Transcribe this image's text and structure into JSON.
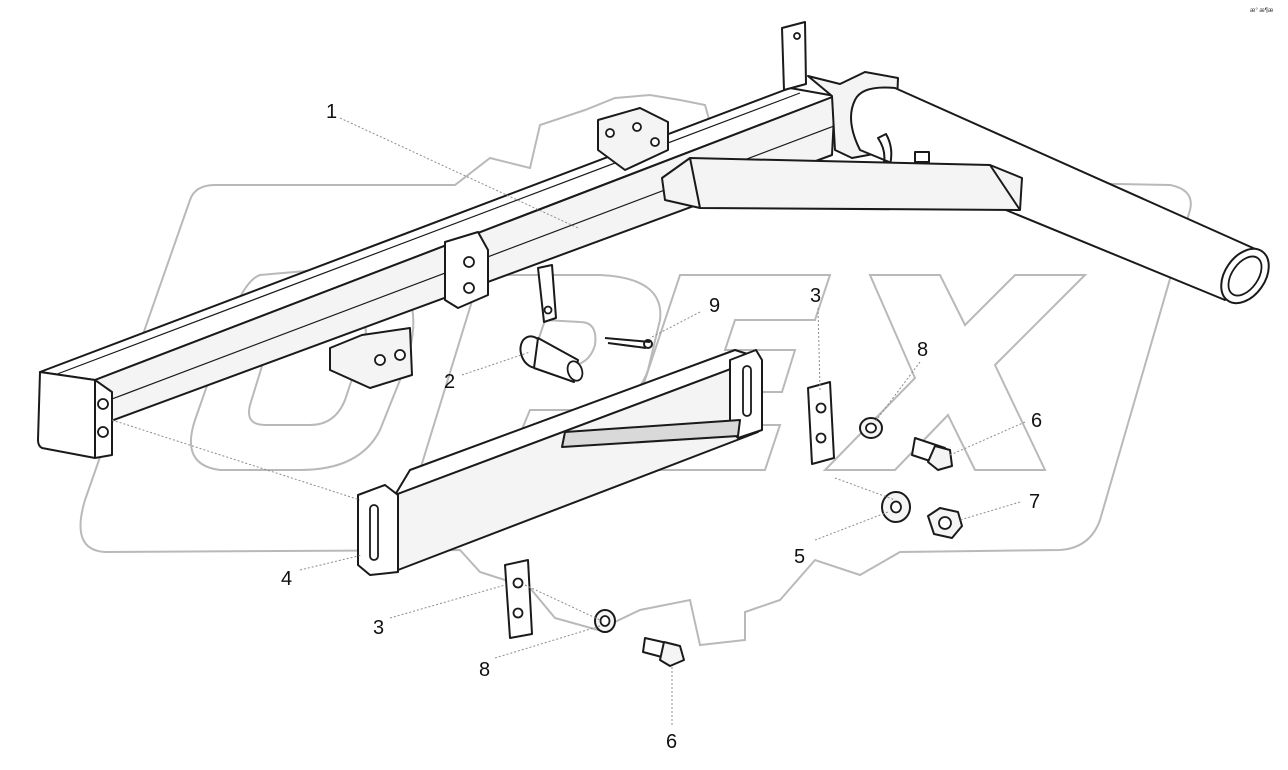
{
  "watermark": {
    "text": "OPEX",
    "stroke_color": "#b9b9b9"
  },
  "corner_mark": "æ° æ¶æ",
  "callouts": [
    {
      "id": "c1",
      "number": "1"
    },
    {
      "id": "c2",
      "number": "2"
    },
    {
      "id": "c9",
      "number": "9"
    },
    {
      "id": "c3a",
      "number": "3"
    },
    {
      "id": "c8a",
      "number": "8"
    },
    {
      "id": "c6a",
      "number": "6"
    },
    {
      "id": "c7",
      "number": "7"
    },
    {
      "id": "c5",
      "number": "5"
    },
    {
      "id": "c4",
      "number": "4"
    },
    {
      "id": "c3b",
      "number": "3"
    },
    {
      "id": "c8b",
      "number": "8"
    },
    {
      "id": "c6b",
      "number": "6"
    }
  ]
}
